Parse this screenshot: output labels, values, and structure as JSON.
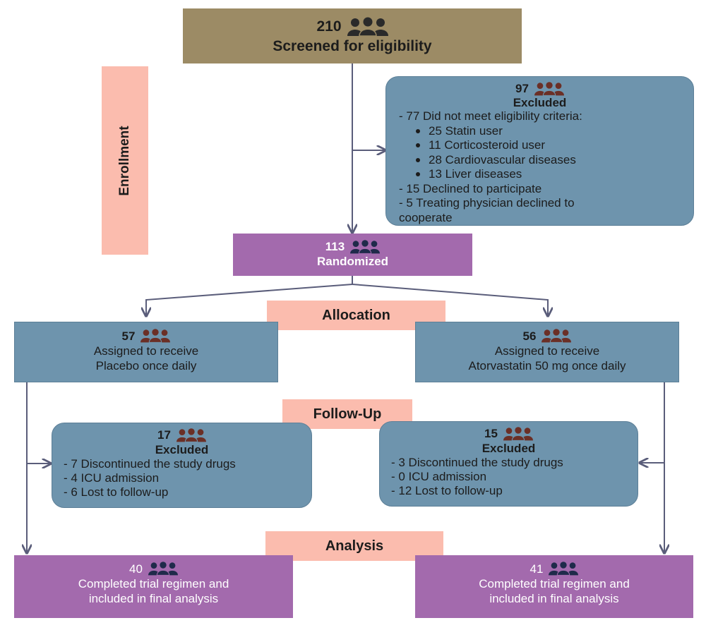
{
  "screened": {
    "count": "210",
    "label": "Screened for eligibility"
  },
  "enrollment": {
    "label": "Enrollment"
  },
  "excluded_enrollment": {
    "count": "97",
    "title": "Excluded",
    "items": [
      "-  77 Did not meet eligibility criteria:",
      "25 Statin user",
      "11 Corticosteroid user",
      "28 Cardiovascular diseases",
      "13 Liver diseases",
      "-  15 Declined to participate",
      "-  5 Treating physician declined to",
      "cooperate"
    ]
  },
  "randomized": {
    "count": "113",
    "label": "Randomized"
  },
  "allocation": {
    "label": "Allocation"
  },
  "placebo": {
    "count": "57",
    "line1": "Assigned to receive",
    "line2": "Placebo once daily"
  },
  "atorvastatin": {
    "count": "56",
    "line1": "Assigned to receive",
    "line2": "Atorvastatin 50 mg once daily"
  },
  "followup": {
    "label": "Follow-Up"
  },
  "excluded_left": {
    "count": "17",
    "title": "Excluded",
    "items": [
      "-  7 Discontinued the study drugs",
      "-  4 ICU admission",
      "-  6 Lost to follow-up"
    ]
  },
  "excluded_right": {
    "count": "15",
    "title": "Excluded",
    "items": [
      "-  3 Discontinued the study drugs",
      "-  0 ICU admission",
      "-  12 Lost to follow-up"
    ]
  },
  "analysis": {
    "label": "Analysis"
  },
  "final_left": {
    "count": "40",
    "line1": "Completed trial regimen and",
    "line2": "included in final analysis"
  },
  "final_right": {
    "count": "41",
    "line1": "Completed trial regimen and",
    "line2": "included in final analysis"
  },
  "colors": {
    "screen_box": "#9c8b65",
    "blue_box": "#6e94ad",
    "purple_box": "#a36aad",
    "pink_label": "#fbbcae",
    "people_dark": "#2a2a2a",
    "people_brown": "#6b2f26",
    "people_navy": "#1f2a4a",
    "connector": "#5a5d7a"
  },
  "icons": [
    "people-group-icon"
  ]
}
